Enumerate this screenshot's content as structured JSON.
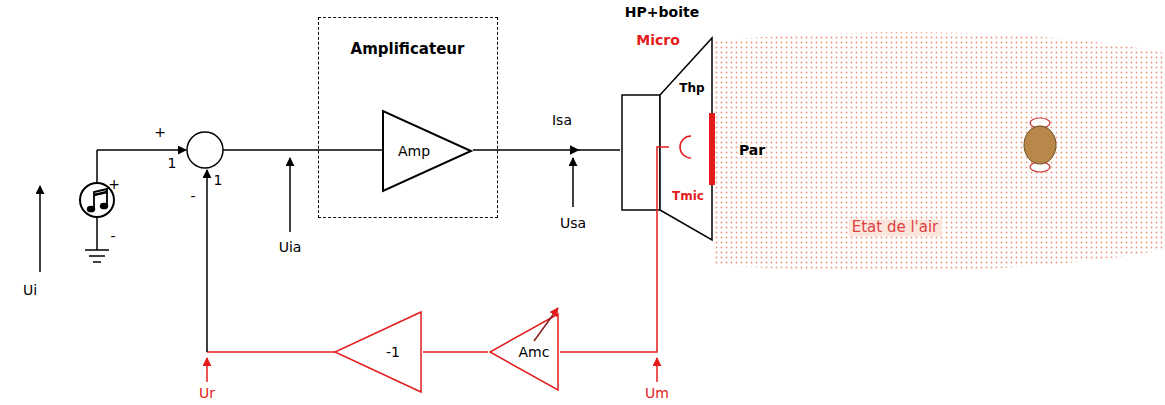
{
  "diagram": {
    "nodes": [
      {
        "text": [
          "Amplificateur"
        ]
      },
      {
        "text": [
          "Amp"
        ],
        "in": 0
      },
      {
        "text": [
          "HP+boite",
          "Micro",
          "Thp",
          "Tmic"
        ]
      },
      {
        "text": [
          "Etat de l'air"
        ]
      },
      {
        "text": [
          "-1"
        ]
      },
      {
        "text": [
          "Amc"
        ]
      }
    ],
    "edges": [
      {
        "from": 1,
        "to": 2,
        "arrow": "to"
      },
      {
        "from": 2,
        "to": 5,
        "arrow": "none"
      },
      {
        "from": 5,
        "to": 4,
        "arrow": "none"
      }
    ],
    "labels": [
      "Ui",
      "+",
      "-",
      "+",
      "1",
      "-",
      "1",
      "Uia",
      "Isa",
      "Usa",
      "Par",
      "Um",
      "Ur"
    ]
  }
}
